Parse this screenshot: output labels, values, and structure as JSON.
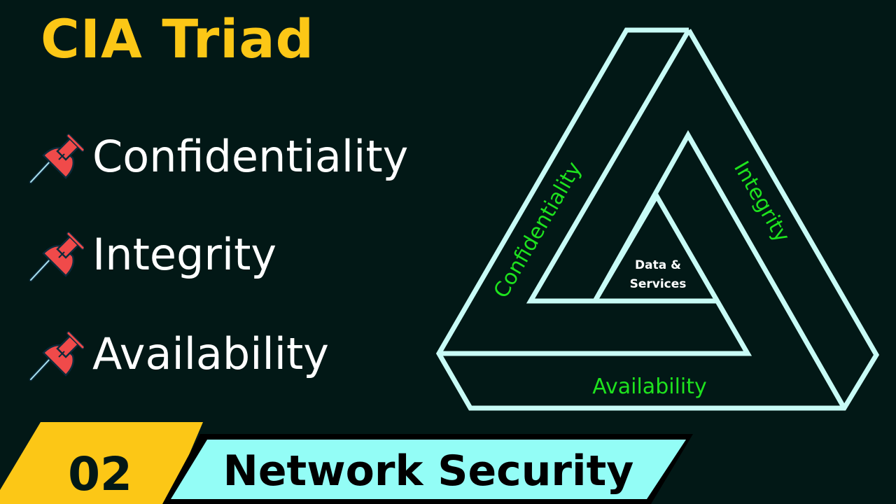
{
  "title": "CIA Triad",
  "list": {
    "items": [
      {
        "label": "Confidentiality",
        "icon": "pushpin-icon"
      },
      {
        "label": "Integrity",
        "icon": "pushpin-icon"
      },
      {
        "label": "Availability",
        "icon": "pushpin-icon"
      }
    ]
  },
  "diagram": {
    "sides": {
      "left": "Confidentiality",
      "right": "Integrity",
      "bottom": "Availability"
    },
    "center_line1": "Data &",
    "center_line2": "Services"
  },
  "footer": {
    "episode_number": "02",
    "series_title": "Network Security"
  },
  "colors": {
    "background": "#021816",
    "title": "#fcc716",
    "pin": "#f04a4a",
    "triangle_stroke": "#c8fbf6",
    "triangle_label": "#1ee31e",
    "footer_number_bg": "#fcc716",
    "footer_title_bg": "#93fdf6"
  }
}
